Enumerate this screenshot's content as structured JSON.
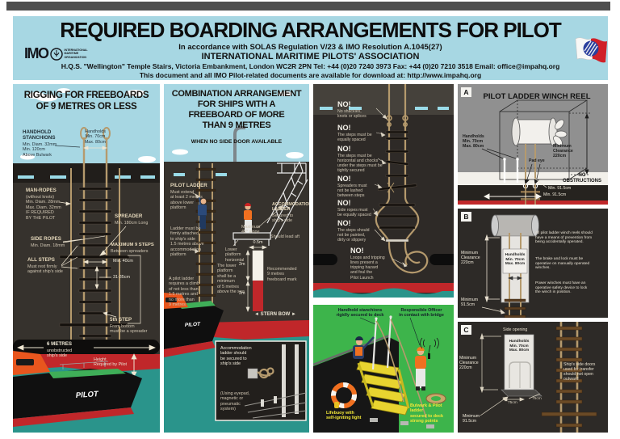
{
  "header": {
    "title": "REQUIRED BOARDING ARRANGEMENTS FOR PILOT",
    "line1": "In accordance with SOLAS Regulation V/23 & IMO Resolution A.1045(27)",
    "line2": "INTERNATIONAL MARITIME PILOTS' ASSOCIATION",
    "line3": "H.Q.S. \"Wellington\" Temple Stairs, Victoria Embankment, London WC2R 2PN  Tel: +44 (0)20 7240 3973  Fax: +44 (0)20 7210 3518  Email: office@impahq.org",
    "line4": "This document and all IMO Pilot-related documents are available for download at: http://www.impahq.org",
    "imo": "IMO",
    "imo_caption": "INTERNATIONAL\nMARITIME\nORGANIZATION"
  },
  "colors": {
    "header_bg": "#a7d7e3",
    "panel_dark": "#36322d",
    "sea": "#2a948b",
    "red": "#c0272a",
    "deck_green": "#3db44b",
    "winch_gray": "#909090",
    "rope": "#b59a6d",
    "label_yellow": "#f2e838"
  },
  "rigging": {
    "title": "RIGGING FOR FREEBOARDS\nOF 9 METRES OR LESS",
    "handhold_head": "HANDHOLD\nSTANCHIONS",
    "handhold_sub": "Min. Diam. 32mm\nMin. 120cm\nAbove Bulwark",
    "handholds": "Handholds\nMin. 70cm\nMax. 80cm",
    "manropes_head": "MAN-ROPES",
    "manropes_sub": "(without knots)\nMin. Diam. 28mm\nMax. Diam. 32mm\nIF REQUIRED\nBY THE PILOT",
    "spreader_head": "SPREADER",
    "spreader_sub": "Min. 180cm Long",
    "sideropes_head": "SIDE ROPES",
    "sideropes_sub": "Min. Diam. 18mm",
    "maxsteps_head": "MAXIMUM 9 STEPS",
    "maxsteps_sub": "Between spreaders",
    "allsteps_head": "ALL STEPS",
    "allsteps_sub": "Must rest firmly\nagainst ship's side",
    "min40": "Min. 40cm",
    "step3135": "31-35cm",
    "fifth_head": "5th STEP",
    "fifth_sub": "From bottom\nmust be a spreader",
    "sixm_head": "6 METRES",
    "sixm_sub": "unobstructed\nship's side",
    "height": "Height\nRequired by Pilot",
    "boat_name": "PILOT"
  },
  "combination": {
    "title": "COMBINATION ARRANGEMENT\nFOR SHIPS WITH A\nFREEBOARD OF MORE\nTHAN 9 METRES",
    "subtitle": "WHEN NO SIDE DOOR AVAILABLE",
    "pilot_ladder_head": "PILOT LADDER",
    "pilot_ladder_sub": "Must extend\nat least 2 metres\nabove lower\nplatform",
    "attach": "Ladder must be\nfirmly attached\nto ship's side\n1.5 metres above\naccommodation\nplatform",
    "accom_head": "ACCOMMODATION\nLADDER",
    "accom_sub": "Secured to\nship's side",
    "slope": "Maximum\n45° slope",
    "lead_aft": "Should lead aft",
    "lower_platform": "Lower\nplatform\nhorizontal",
    "min5m": "The lower\nplatform\nshall be a\nminimum\nof 5 metres\nabove the sea",
    "climb": "A pilot ladder\nrequires a climb\nof not less than\n1.5 metres and\nno more than\n9 metres",
    "d05": "0.5m",
    "d2a": "2m",
    "d2b": "2m",
    "freeboard_mark": "Recommended\n9 metres\nfreeboard mark",
    "stern_bow": "◄ STERN    BOW ►",
    "inset_text": "Accommodation\nladder should\nbe secured to\nship's side",
    "inset_sub": "(Using eyepad,\nmagnetic or\npneumatic\nsystem)",
    "boat_name": "PILOT"
  },
  "no_panel": {
    "items": [
      {
        "no": "NO!",
        "text": "No shackles,\nknots or splices"
      },
      {
        "no": "NO!",
        "text": "The steps must be\nequally spaced"
      },
      {
        "no": "NO!",
        "text": "The steps must be\nhorizontal and chocks\nunder the steps must be\ntightly secured"
      },
      {
        "no": "NO!",
        "text": "Spreaders must\nnot be lashed\nbetween steps"
      },
      {
        "no": "NO!",
        "text": "Side ropes must\nbe equally spaced"
      },
      {
        "no": "NO!",
        "text": "The steps should\nnot be painted,\ndirty or slippery"
      },
      {
        "no": "NO!",
        "text": "Loops and tripping\nlines present a\ntripping hazard\nand foul the\nPilot Launch"
      }
    ]
  },
  "deck_panel": {
    "stanchions": "Handhold stanchions\nrigidly secured to deck",
    "officer": "Responsible Officer\nin contact with bridge",
    "lifebuoy": "Lifebuoy with\nself-igniting light",
    "bulwark": "Bulwark & Pilot ladder\nsecured to deck\nstrong points"
  },
  "panel_a": {
    "label": "A",
    "title": "PILOT LADDER WINCH REEL",
    "handholds": "Handholds\nMin. 70cm\nMax. 80cm",
    "pad_eye": "Pad eye",
    "clearance": "Minimum\nClearance\n220cm",
    "no_obstructions": "NO\nOBSTRUCTIONS",
    "min915a": "Min. 91.5cm",
    "min915b": "Min. 91.5cm"
  },
  "panel_b": {
    "label": "B",
    "clearance": "Minimum\nClearance\n220cm",
    "handholds": "Handholds\nMin. 70cm\nMax. 80cm",
    "min915": "Minimum\n91.5cm",
    "para1": "All pilot ladder winch reels should\nhave a means of prevention from\nbeing accidentally operated.",
    "para2": "The brake and lock must be\noperative on manually operated\nwinches.",
    "para3": "Power winches must have an\noperative safety device to lock\nthe winch in position."
  },
  "panel_c": {
    "label": "C",
    "side_opening": "Side opening",
    "clearance": "Minimum\nClearance\n220cm",
    "handholds": "Handholds\nMin. 70cm\nMax. 80cm",
    "d75a": "75cm",
    "d75b": "75cm",
    "min915": "Minimum\n91.5cm",
    "doors": "Ship's side doors\nused for transfer\nshould not open\noutward"
  }
}
